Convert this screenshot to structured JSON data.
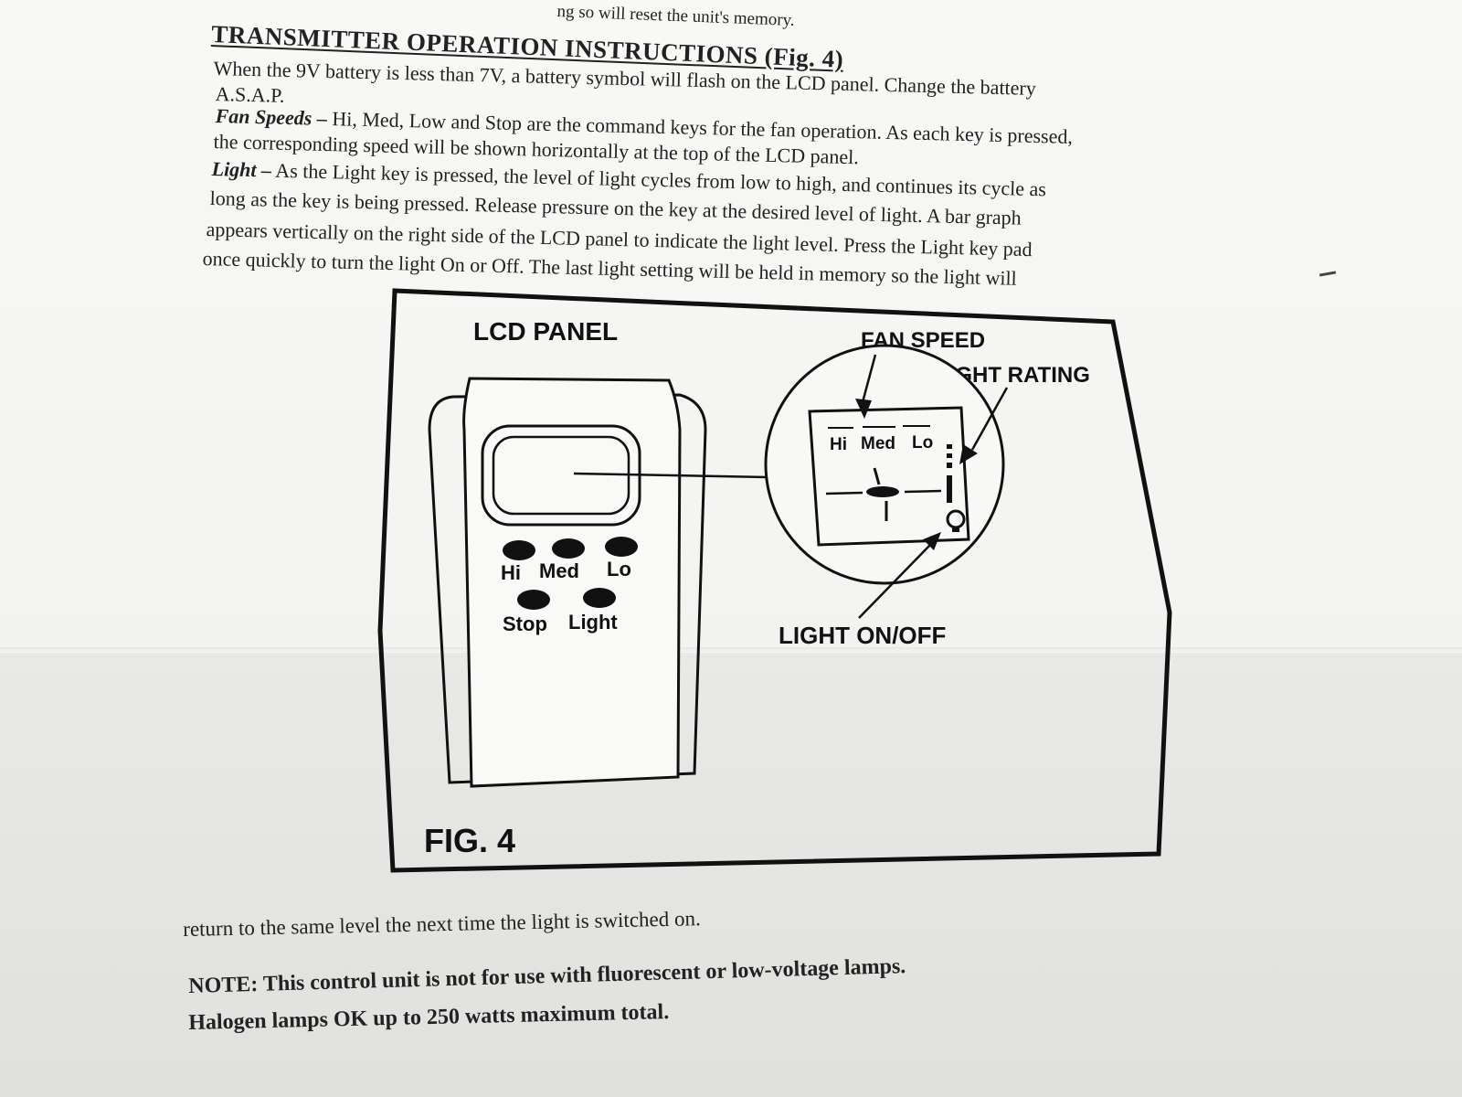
{
  "header": {
    "top_fragment": "ng so will reset the unit's memory.",
    "title": "TRANSMITTER OPERATION INSTRUCTIONS (Fig. 4)"
  },
  "body_lines": [
    "When the 9V battery is less than 7V, a battery symbol will flash on the LCD panel.  Change the battery",
    "A.S.A.P.",
    {
      "lead": "Fan Speeds –",
      "text": " Hi, Med, Low and Stop are the command keys for the fan operation.  As each key is pressed,"
    },
    "the corresponding speed will be shown horizontally at the top of the LCD panel.",
    {
      "lead": "Light –",
      "text": " As the Light key is pressed, the level of light cycles from low to high, and continues its cycle as"
    },
    "long as the key is being pressed.  Release pressure on the key at the desired level of light.  A bar graph",
    "appears vertically on the right side of the LCD panel to indicate the light level.  Press the Light key pad",
    "once quickly to turn the light On or Off.  The last light setting will be held in memory so the light will"
  ],
  "figure": {
    "panel_label": "LCD PANEL",
    "fan_speed_label": "FAN SPEED",
    "light_rating_label": "LIGHT RATING",
    "light_onoff_label": "LIGHT ON/OFF",
    "fig_label": "FIG. 4",
    "remote_keys_row1": [
      "Hi",
      "Med",
      "Lo"
    ],
    "remote_keys_row2": [
      "Stop",
      "Light"
    ],
    "lcd_speeds": [
      "Hi",
      "Med",
      "Lo"
    ]
  },
  "footer": {
    "return_line": "return to the same level the next time the light is switched on.",
    "note_line": "NOTE: This control unit is not for use with fluorescent or low-voltage lamps.",
    "halogen_line": "Halogen lamps OK up to 250 watts maximum total."
  }
}
